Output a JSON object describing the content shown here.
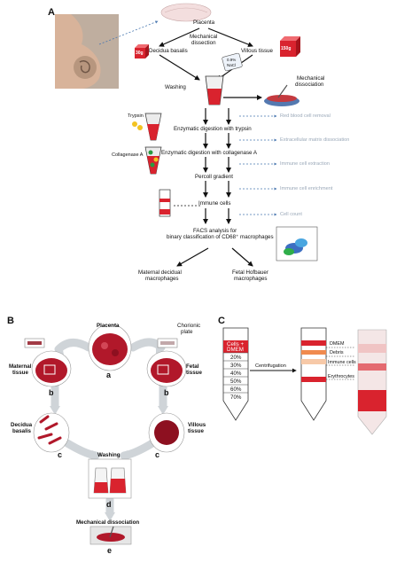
{
  "panels": {
    "a": "A",
    "b": "B",
    "c": "C"
  },
  "panel_a": {
    "placenta": "Placenta",
    "mechanical_dissection": [
      "Mechanical",
      "dissection"
    ],
    "decidua_basalis": "Decidua basalis",
    "villous_tissue": "Villous tissue",
    "weight_decidua": "30g",
    "weight_villous": "150g",
    "pbs_label": [
      "0.9%",
      "NaCl"
    ],
    "washing": "Washing",
    "mechanical_dissociation": [
      "Mechanical",
      "dissociation"
    ],
    "trypsin": "Trypsin",
    "collagenase": "Collagenase A",
    "step_trypsin": "Enzymatic digestion with trypsin",
    "step_collagenase": "Enzymatic digestion with collagenase A",
    "percoll": "Percoll gradient",
    "immune_cells": "Immune cells",
    "facs": [
      "FACS analysis for",
      "binary classification of CD68⁺ macrophages"
    ],
    "maternal": [
      "Maternal decidual",
      "macrophages"
    ],
    "fetal": [
      "Fetal Hofbauer",
      "macrophages"
    ],
    "side_notes": [
      "Red blood cell removal",
      "Extracellular matrix dissociation",
      "Immune cell extraction",
      "Immune cell enrichment",
      "Cell count"
    ]
  },
  "panel_b": {
    "placenta": "Placenta",
    "chorionic": [
      "Chorionic",
      "plate"
    ],
    "maternal_tissue": [
      "Maternal",
      "tissue"
    ],
    "fetal_tissue": [
      "Fetal",
      "tissue"
    ],
    "decidua_basalis": [
      "Decidua",
      "basalis"
    ],
    "villous_tissue": [
      "Villous",
      "tissue"
    ],
    "washing": "Washing",
    "mechanical_dissociation": "Mechanical dissociation",
    "letters": {
      "a": "a",
      "b1": "b",
      "b2": "b",
      "c1": "c",
      "c2": "c",
      "d": "d",
      "e": "e"
    }
  },
  "panel_c": {
    "cells_dmem": [
      "Cells +",
      "DMEM"
    ],
    "gradient": [
      "20%",
      "30%",
      "40%",
      "50%",
      "60%",
      "70%"
    ],
    "centrifugation": "Centrifugation",
    "dmem": "DMEM",
    "debris": "Debris",
    "immune_cells": "Immune cells",
    "erythrocytes": "Erythrocytes"
  },
  "colors": {
    "red": "#d9232e",
    "arrow": "#111111",
    "dashed_blue": "#4a78b0",
    "grey_text": "#9aa8b8",
    "tissue": "#b1182a"
  }
}
